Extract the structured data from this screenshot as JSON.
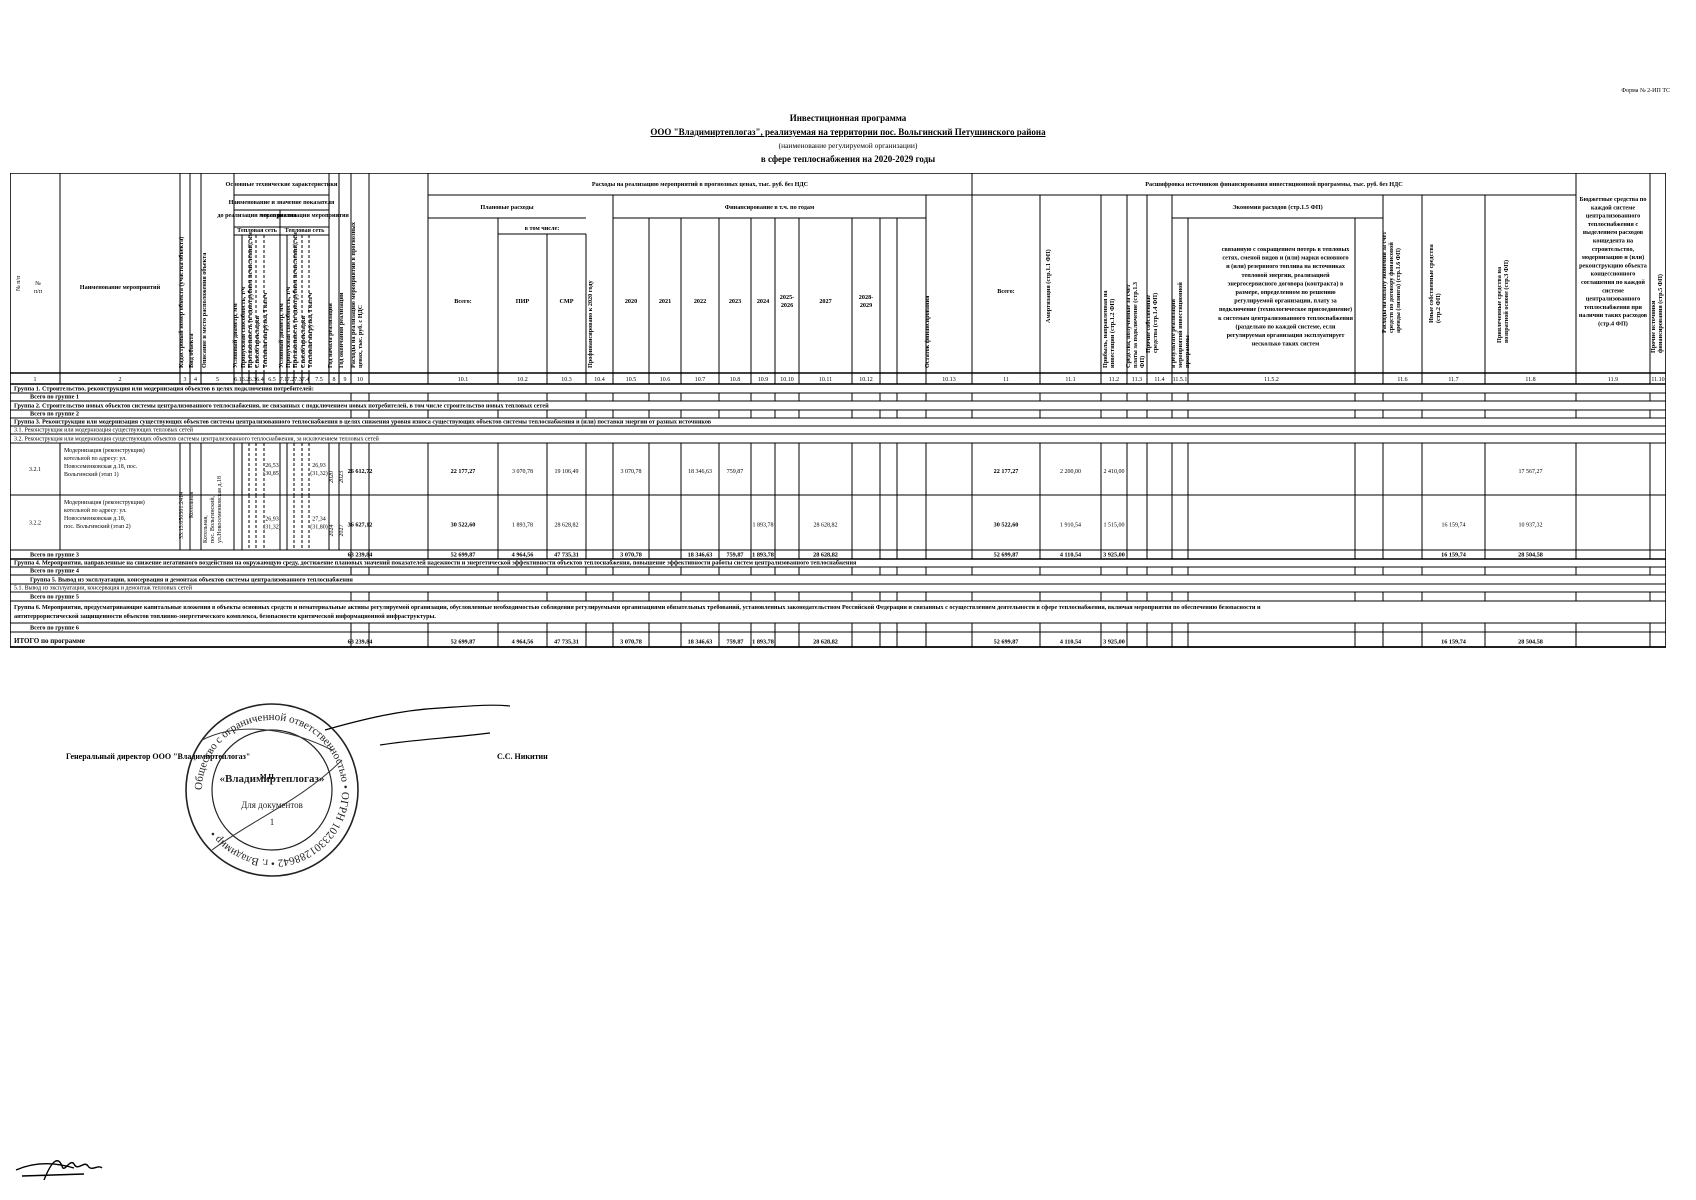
{
  "form_number": "Форма № 2-ИП ТС",
  "header": {
    "line1": "Инвестиционная программа",
    "line2": "ООО \"Владимиртеплогаз\", реализуемая на территории пос. Вольгинский Петушинского района",
    "line3": "(наименование регулируемой организации)",
    "line4": "в сфере теплоснабжения на 2020-2029 годы"
  },
  "table": {
    "head": {
      "num": "№ п/п",
      "name": "Наименование мероприятий",
      "cadastral": "Кадастровый номер объекта (участка объекта)",
      "type": "Вид объекта",
      "location": "Описание и место расположения объекта",
      "tech": "Основные технические характеристики",
      "indicator": "Наименование и значение показателя",
      "before": "до реализации мероприятия",
      "after": "после реализации мероприятия",
      "heatnet": "Тепловая сеть",
      "c_diam": "Условный диаметр, мм",
      "c_cap": "Пропускная способность, т/ч",
      "c_len": "Протяженность (в однотрубном исчислении), км",
      "c_lay": "Способ прокладки",
      "c_load": "Тепловая нагрузка, Гкал/ч",
      "year_start": "Год начала реализации",
      "year_end": "Год окончания реализации",
      "cost": "Расходы на реализацию мероприятий в прогнозных ценах, тыс. руб. с НДС",
      "expenses": "Расходы на реализацию мероприятий в прогнозных ценах, тыс. руб. без НДС",
      "planned": "Плановые расходы",
      "incl": "в том числе:",
      "total": "Всего:",
      "pir": "ПИР",
      "smr": "СМР",
      "prefin": "Профинансировано к 2020 году",
      "byyear": "Финансирование в т.ч. по годам",
      "years": [
        "2020",
        "2021",
        "2022",
        "2023",
        "2024",
        "2025-2026",
        "2027",
        "2028-2029"
      ],
      "remainder": "Остаток финансирования",
      "sources": "Расшифровка источников финансирования инвестиционной программы, тыс. руб. без НДС",
      "src_total": "Всего:",
      "amort": "Амортизация (стр.1.1 ФП)",
      "profit": "Прибыль, направленная на инвестиции (стр.1.2 ФП)",
      "connfee": "Средства, полученные за счет платы за подключение (стр.1.3 ФП)",
      "other_own": "Прочие собственные средства (стр.1.4 ФП)",
      "economy": "Экономия расходов (стр.1.5 ФП)",
      "econ_a": "в результате реализации мероприятий инвестиционной программы",
      "econ_b": "связанную с сокращением потерь в тепловых сетях, сменой видов и (или) марки основного и (или) резервного топлива на источниках тепловой энергии, реализацией энергосервисного договора (контракта) в размере, определенном по решению регулируемой организации, плату за подключение (технологическое присоединение) к системам централизованного теплоснабжения (раздельно по каждой системе, если регулируемая организация эксплуатирует несколько таких систем",
      "lease": "Расходы на оплату экономии за счет средств по договору финансовой аренды (лизинга) (стр.1.6 ФП)",
      "other_own2": "Иные собственные средства (стр.2 ФП)",
      "borrowed": "Привлеченные средства на возвратной основе (стр.3 ФП)",
      "budget": "Бюджетные средства по каждой системе централизованного теплоснабжения с выделением расходов концедента на строительство, модернизацию и (или) реконструкцию объекта концессионного соглашения по каждой системе централизованного теплоснабжения при наличии таких расходов (стр.4 ФП)",
      "other_src": "Прочие источники финансирования (стр.5 ФП)"
    },
    "col_numbers": [
      "1",
      "2",
      "3",
      "4",
      "5",
      "6.1",
      "6.2",
      "6.3",
      "6.4",
      "6.5",
      "7.1",
      "7.2",
      "7.3",
      "7.4",
      "7.5",
      "8",
      "9",
      "10",
      "10.1",
      "10.2",
      "10.3",
      "10.4",
      "10.5",
      "10.6",
      "10.7",
      "10.8",
      "10.9",
      "10.10",
      "10.11",
      "10.12",
      "10.13",
      "11",
      "11.1",
      "11.2",
      "11.3",
      "11.4",
      "11.5.1",
      "11.5.2",
      "11.6",
      "11.7",
      "11.8",
      "11.9",
      "11.10"
    ],
    "groups": {
      "g1": "Группа 1. Строительство, реконструкция или модернизация объектов в целях подключения потребителей:",
      "g1_total": "Всего по группе 1",
      "g2": "Группа 2. Строительство новых объектов системы централизованного теплоснабжения, не связанных с подключением новых потребителей, в том числе строительство новых тепловых сетей",
      "g2_total": "Всего по группе 2",
      "g3": "Группа 3. Реконструкция или модернизация существующих объектов системы централизованного теплоснабжения в целях снижения уровня износа существующих объектов системы теплоснабжения и (или) поставки энергии от разных источников",
      "g3_1": "3.1. Реконструкция или модернизация существующих тепловых сетей",
      "g3_2": "3.2. Реконструкция или модернизация существующих объектов системы централизованного теплоснабжения, за исключением тепловых сетей",
      "g3_total": "Всего по группе 3",
      "g4": "Группа 4. Мероприятия, направленные на снижение негативного воздействия на окружающую среду, достижение плановых значений показателей надежности и энергетической эффективности объектов теплоснабжения, повышение эффективности работы систем централизованного теплоснабжения",
      "g4_total": "Всего по группе 4",
      "g5": "Группа 5. Вывод из эксплуатации, консервация и демонтаж объектов системы централизованного теплоснабжения",
      "g5_1": "5.1. Вывод из эксплуатации, консервация и демонтаж тепловых сетей",
      "g5_total": "Всего по группе 5",
      "g6a": "Группа 6. Мероприятия, предусматривающие капитальные вложения в объекты основных средств и нематериальные активы регулируемой организации, обусловленные необходимостью соблюдения регулируемыми организациями обязательных требований, установленных законодательством Российской Федерации и связанных с осуществлением деятельности в сфере теплоснабжения, включая мероприятия по обеспечению безопасности и",
      "g6b": "антитеррористической защищенности объектов топливно-энергетического комплекса, безопасности критической информационной инфраструктуры.",
      "g6_total": "Всего по группе 6",
      "grand_total": "ИТОГО по программе"
    },
    "rows": [
      {
        "num": "3.2.1",
        "name": [
          "Модернизация (реконструкция)",
          "котельной по адресу: ул.",
          "Новосеменковская д.18, пос.",
          "Вольгинский (этап 1)"
        ],
        "load_before": [
          "26,53",
          "(30,85)"
        ],
        "load_after": [
          "26,93",
          "(31,32)"
        ],
        "year_start": "2020",
        "year_end": "2023",
        "cost": "26 612,72",
        "total": "22 177,27",
        "pir": "3 070,78",
        "smr": "19 106,49",
        "y2020": "3 070,78",
        "y2022": "18 346,63",
        "y2023": "759,87",
        "y2024": "",
        "y2027": "",
        "src_total": "22 177,27",
        "amort": "2 200,00",
        "profit": "2 410,00",
        "other_own2": "",
        "borrowed": "17 567,27"
      },
      {
        "num": "3.2.2",
        "name": [
          "Модернизация (реконструкция)",
          "котельной по адресу: ул.",
          "Новосеменковская д.18,",
          "пос. Вольгинский (этап 2)"
        ],
        "load_before": [
          "26,93",
          "(31,32)"
        ],
        "load_after": [
          "27,34",
          "(31,80)"
        ],
        "year_start": "2024",
        "year_end": "2027",
        "cost": "36 627,12",
        "total": "30 522,60",
        "pir": "1 893,78",
        "smr": "28 628,82",
        "y2020": "",
        "y2022": "",
        "y2023": "",
        "y2024": "1 893,78",
        "y2027": "28 628,82",
        "src_total": "30 522,60",
        "amort": "1 910,54",
        "profit": "1 515,00",
        "other_own2": "16 159,74",
        "borrowed": "10 937,32"
      }
    ],
    "merged": {
      "cadastral": "33:13:050301:2414",
      "type": "Котельная",
      "location": [
        "Котельная,",
        "пос. Вольгинский,",
        "ул.Новосеменковская д.18"
      ]
    },
    "g3_sum": {
      "cost": "63 239,84",
      "total": "52 699,87",
      "pir": "4 964,56",
      "smr": "47 735,31",
      "y2020": "3 070,78",
      "y2022": "18 346,63",
      "y2023": "759,87",
      "y2024": "1 893,78",
      "y2027": "28 628,82",
      "src_total": "52 699,87",
      "amort": "4 110,54",
      "profit": "3 925,00",
      "other_own2": "16 159,74",
      "borrowed": "28 504,58"
    },
    "grand_sum": {
      "cost": "63 239,84",
      "total": "52 699,87",
      "pir": "4 964,56",
      "smr": "47 735,31",
      "y2020": "3 070,78",
      "y2022": "18 346,63",
      "y2023": "759,87",
      "y2024": "1 893,78",
      "y2027": "28 628,82",
      "src_total": "52 699,87",
      "amort": "4 110,54",
      "profit": "3 925,00",
      "other_own2": "16 159,74",
      "borrowed": "28 504,58"
    }
  },
  "signature": {
    "position": "Генеральный директор ООО \"Владимиртеплогаз\"",
    "mp": "М.П.",
    "name": "С.С. Никитин"
  },
  "stamp": {
    "ring_text": "Общество с ограниченной ответственностью • ОГРН 1023301288642 • г. Владимир •",
    "org": "«Владимиртеплогаз»",
    "purpose": "Для документов",
    "mark": "1"
  }
}
